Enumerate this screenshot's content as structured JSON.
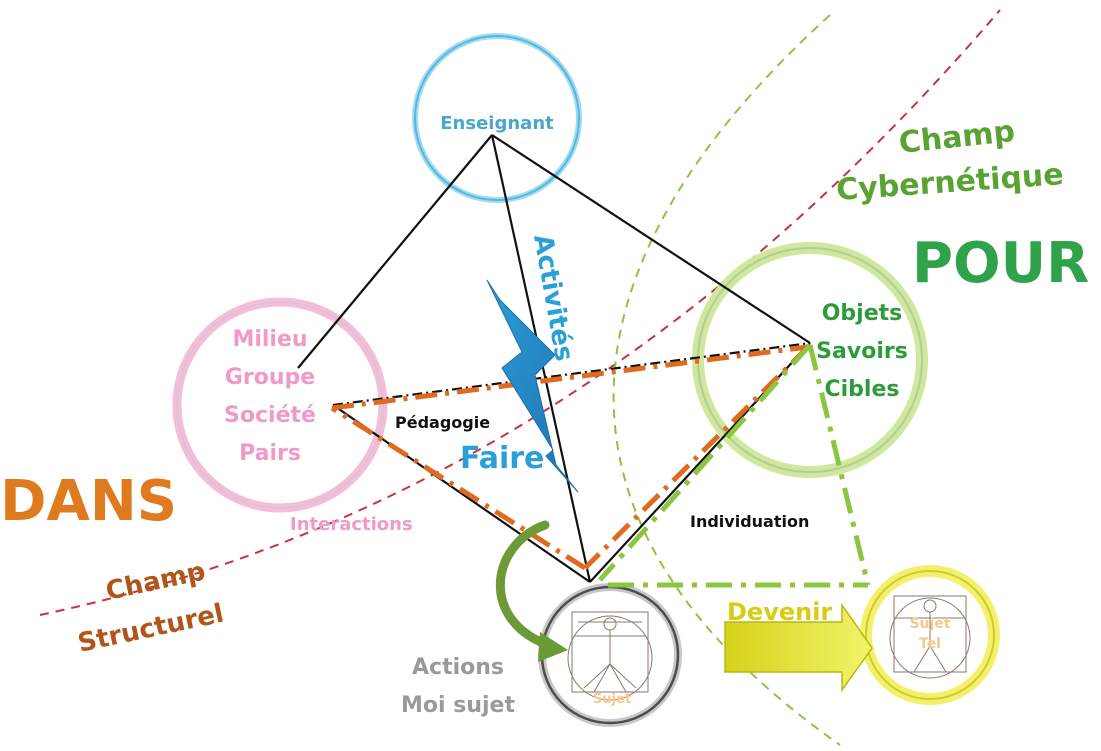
{
  "nodes": {
    "enseignant": {
      "label": "Enseignant",
      "color": "#4aa7c9",
      "ring": "#8fd3ee"
    },
    "milieu": {
      "lines": [
        "Milieu",
        "Groupe",
        "Société",
        "Pairs"
      ],
      "color": "#f19ac8",
      "ring": "#f7b8d9"
    },
    "objets": {
      "lines": [
        "Objets",
        "Savoirs",
        "Cibles"
      ],
      "color": "#2f9a3b",
      "ring": "#bfe07a"
    },
    "sujet": {
      "label": "Sujet",
      "color": "#f5c98a",
      "ring": "#9a9a9a"
    },
    "sujet_tel": {
      "lines": [
        "Sujet",
        "Tel"
      ],
      "color": "#f5c98a",
      "ring": "#f2f04a"
    }
  },
  "labels": {
    "activites": "Activités",
    "faire": "Faire",
    "pedagogie": "Pédagogie",
    "interactions": "Interactions",
    "individuation": "Individuation",
    "devenir": "Devenir",
    "actions_line1": "Actions",
    "actions_line2": "Moi sujet",
    "dans": "DANS",
    "champ_structurel_1": "Champ",
    "champ_structurel_2": "Structurel",
    "pour": "POUR",
    "champ_cyber_1": "Champ",
    "champ_cyber_2": "Cybernétique"
  },
  "colors": {
    "blue_accent": "#2b9fd8",
    "orange": "#e06b1f",
    "brown": "#b0561c",
    "green_dark": "#2f8f3a",
    "green_light": "#8cc63f",
    "yellow": "#e8e82a",
    "red_dashed": "#c8323a",
    "pink": "#f19ac8",
    "grey": "#9a9a9a"
  }
}
